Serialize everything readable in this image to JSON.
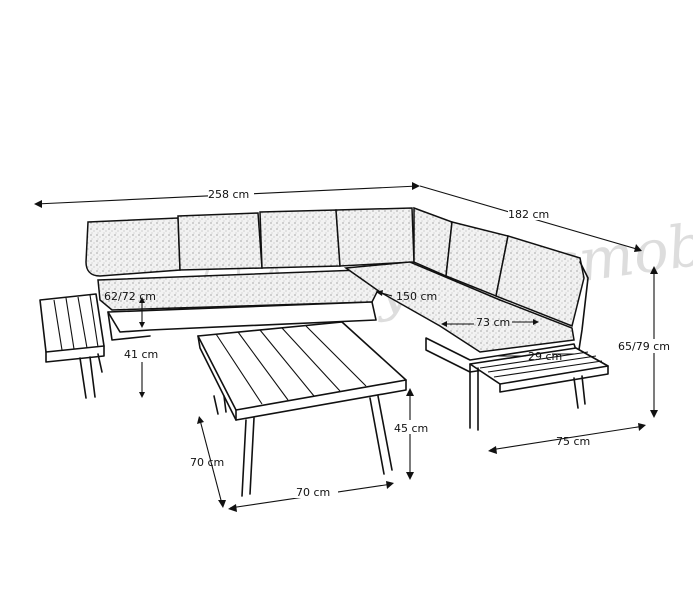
{
  "diagram": {
    "dimensions": {
      "sofa_left_length": "258 cm",
      "sofa_right_length": "182 cm",
      "seat_height": "62/72 cm",
      "side_table_height": "41 cm",
      "inner_length": "150 cm",
      "seat_depth": "73 cm",
      "side_table_width": "29 cm",
      "total_height": "65/79 cm",
      "side_depth": "75 cm",
      "table_height": "45 cm",
      "table_depth": "70 cm",
      "table_width": "70 cm"
    },
    "watermark_text": "Mystmesmobel",
    "colors": {
      "line": "#111111",
      "background": "#ffffff",
      "watermark": "#bcbcbc"
    }
  }
}
